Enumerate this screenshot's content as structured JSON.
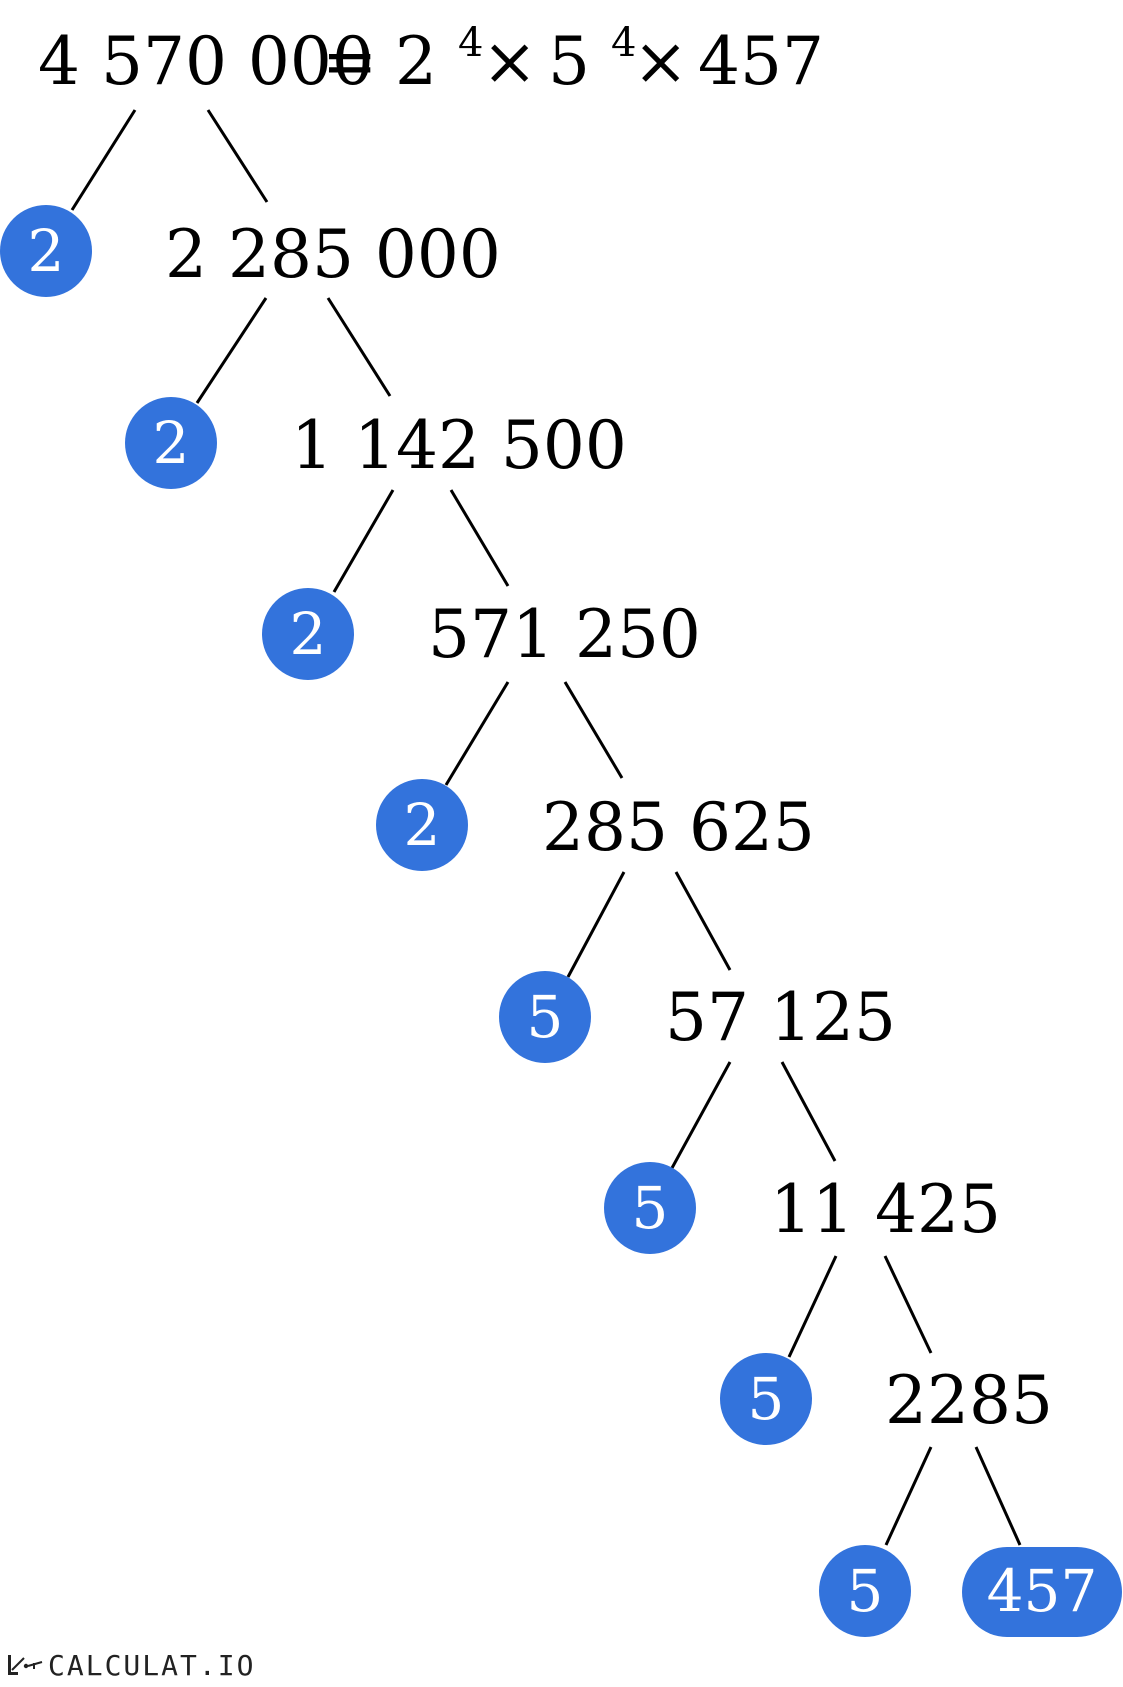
{
  "formula": {
    "number": "4 570 000",
    "equals": "=",
    "factor1_base": "2",
    "factor1_exp": "4",
    "times1": "×",
    "factor2_base": "5",
    "factor2_exp": "4",
    "times2": "×",
    "factor3": "457"
  },
  "tree": {
    "composites": [
      "2 285 000",
      "1 142 500",
      "571 250",
      "285 625",
      "57 125",
      "11 425",
      "2285"
    ],
    "primes": [
      "2",
      "2",
      "2",
      "2",
      "5",
      "5",
      "5",
      "5"
    ],
    "final_prime": "457"
  },
  "colors": {
    "prime_fill": "#3373dc",
    "prime_text": "#ffffff",
    "edge": "#000000"
  },
  "brand": {
    "name": "CALCULAT.IO",
    "icon": "calculatio-logo-icon"
  }
}
